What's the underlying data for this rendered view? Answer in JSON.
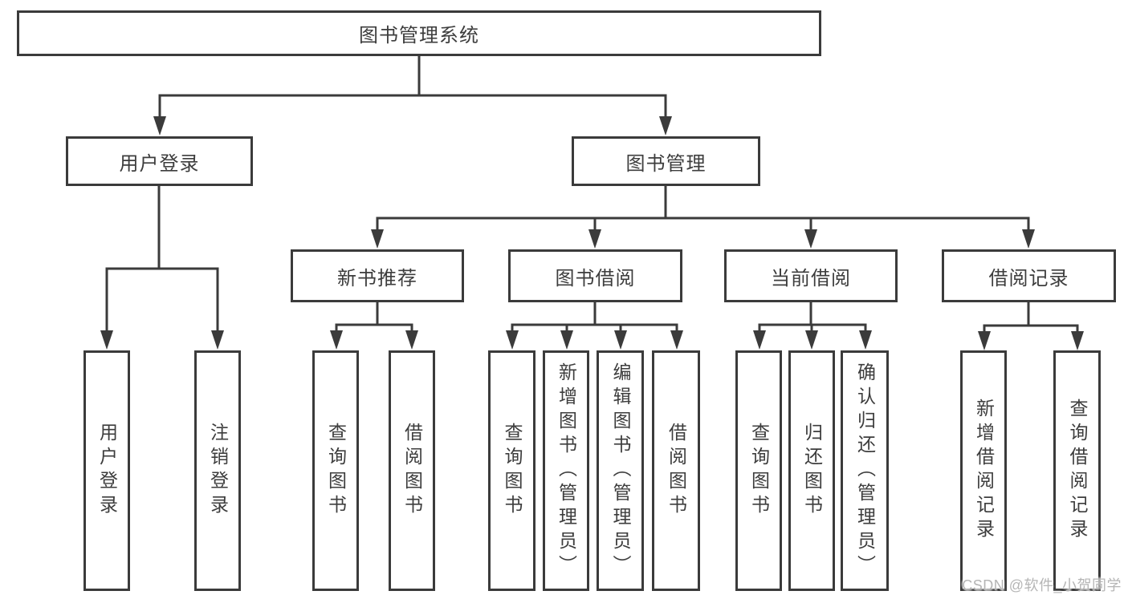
{
  "tree": {
    "root": {
      "label": "图书管理系统"
    },
    "branches": [
      {
        "label": "用户登录",
        "children": [
          {
            "label": "用户登录"
          },
          {
            "label": "注销登录"
          }
        ]
      },
      {
        "label": "图书管理",
        "groups": [
          {
            "label": "新书推荐",
            "children": [
              {
                "label": "查询图书"
              },
              {
                "label": "借阅图书"
              }
            ]
          },
          {
            "label": "图书借阅",
            "children": [
              {
                "label": "查询图书"
              },
              {
                "label": "新增图书（管理员）"
              },
              {
                "label": "编辑图书（管理员）"
              },
              {
                "label": "借阅图书"
              }
            ]
          },
          {
            "label": "当前借阅",
            "children": [
              {
                "label": "查询图书"
              },
              {
                "label": "归还图书"
              },
              {
                "label": "确认归还（管理员）"
              }
            ]
          },
          {
            "label": "借阅记录",
            "children": [
              {
                "label": "新增借阅记录"
              },
              {
                "label": "查询借阅记录"
              }
            ]
          }
        ]
      }
    ]
  },
  "watermark": "CSDN @软件_小贺同学",
  "colors": {
    "line": "#3b3b3b",
    "text": "#3d3d3d",
    "watermark": "#b5b5b5",
    "background": "#ffffff"
  }
}
